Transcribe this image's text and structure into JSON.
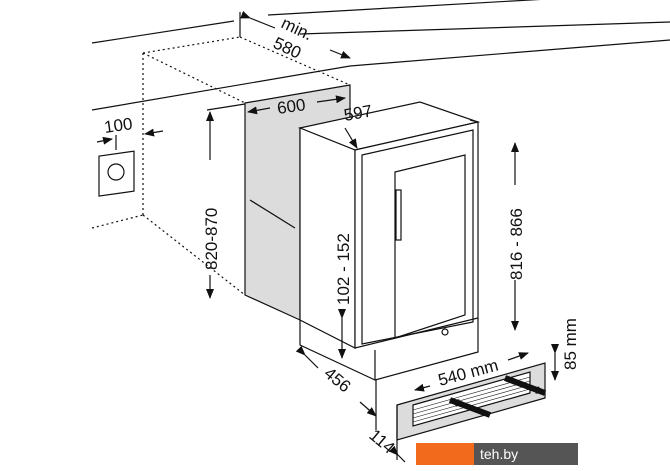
{
  "diagram": {
    "labels": {
      "min": "min.",
      "depth_niche": "580",
      "width_niche": "600",
      "socket_offset": "100",
      "niche_height": "820-870",
      "appliance_width": "597",
      "foot_height": "102 - 152",
      "appliance_height": "816 - 866",
      "grille_width": "540 mm",
      "grille_height": "85 mm",
      "appliance_depth": "456",
      "plinth_offset": "114"
    },
    "colors": {
      "line": "#111111",
      "niche_fill": "#dcdcdc",
      "watermark_orange": "#f26a1b",
      "watermark_dark": "#555555"
    }
  },
  "watermark": {
    "text": "teh.by"
  }
}
